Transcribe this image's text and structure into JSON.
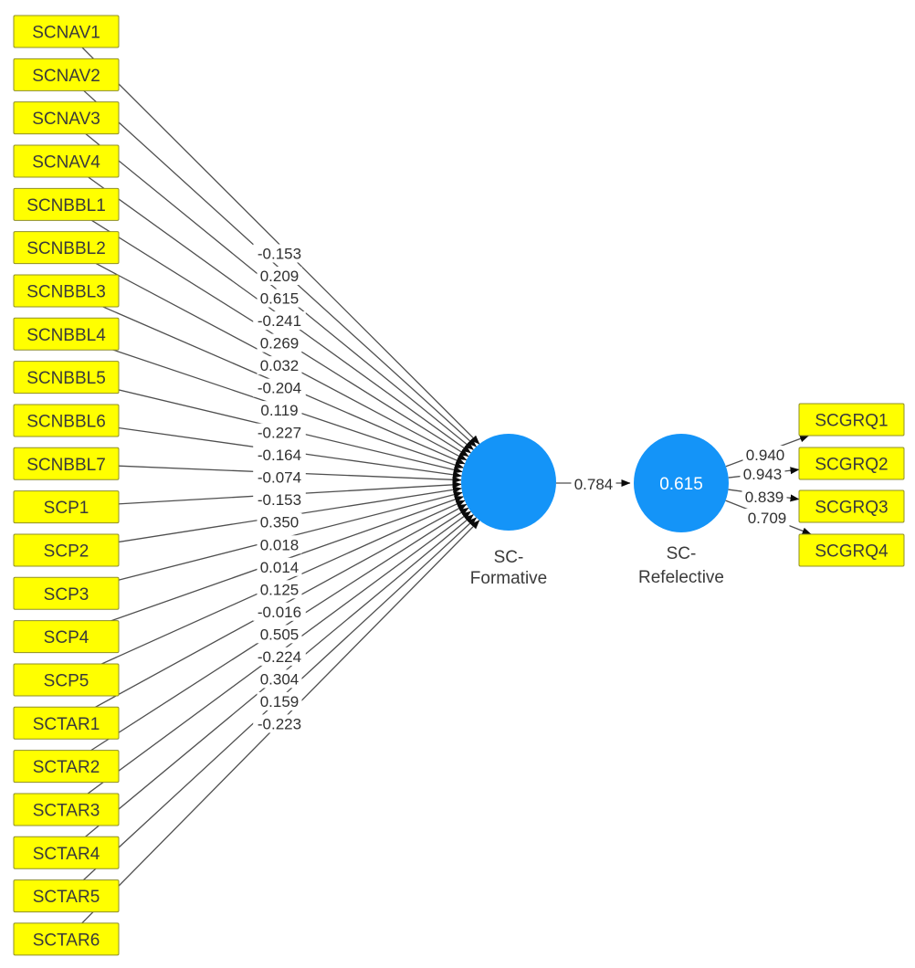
{
  "diagram": {
    "indicators": [
      {
        "label": "SCNAV1",
        "weight": "-0.153"
      },
      {
        "label": "SCNAV2",
        "weight": "0.209"
      },
      {
        "label": "SCNAV3",
        "weight": "0.615"
      },
      {
        "label": "SCNAV4",
        "weight": "-0.241"
      },
      {
        "label": "SCNBBL1",
        "weight": "0.269"
      },
      {
        "label": "SCNBBL2",
        "weight": "0.032"
      },
      {
        "label": "SCNBBL3",
        "weight": "-0.204"
      },
      {
        "label": "SCNBBL4",
        "weight": "0.119"
      },
      {
        "label": "SCNBBL5",
        "weight": "-0.227"
      },
      {
        "label": "SCNBBL6",
        "weight": "-0.164"
      },
      {
        "label": "SCNBBL7",
        "weight": "-0.074"
      },
      {
        "label": "SCP1",
        "weight": "-0.153"
      },
      {
        "label": "SCP2",
        "weight": "0.350"
      },
      {
        "label": "SCP3",
        "weight": "0.018"
      },
      {
        "label": "SCP4",
        "weight": "0.014"
      },
      {
        "label": "SCP5",
        "weight": "0.125"
      },
      {
        "label": "SCTAR1",
        "weight": "-0.016"
      },
      {
        "label": "SCTAR2",
        "weight": "0.505"
      },
      {
        "label": "SCTAR3",
        "weight": "-0.224"
      },
      {
        "label": "SCTAR4",
        "weight": "0.304"
      },
      {
        "label": "SCTAR5",
        "weight": "0.159"
      },
      {
        "label": "SCTAR6",
        "weight": "-0.223"
      }
    ],
    "constructs": {
      "formative": {
        "name_line1": "SC-",
        "name_line2": "Formative"
      },
      "reflective": {
        "name_line1": "SC-",
        "name_line2": "Refelective",
        "value": "0.615"
      }
    },
    "structural_path": {
      "coefficient": "0.784"
    },
    "outcomes": [
      {
        "label": "SCGRQ1",
        "loading": "0.940"
      },
      {
        "label": "SCGRQ2",
        "loading": "0.943"
      },
      {
        "label": "SCGRQ3",
        "loading": "0.839"
      },
      {
        "label": "SCGRQ4",
        "loading": "0.709"
      }
    ],
    "colors": {
      "indicator_fill": "#ffff00",
      "indicator_border": "#8f8f2a",
      "construct_fill": "#1494f8",
      "line": "#4f4f4f",
      "arrow": "#0a0a0a",
      "text": "#3a3a3a",
      "value_text": "#ffffff"
    }
  }
}
